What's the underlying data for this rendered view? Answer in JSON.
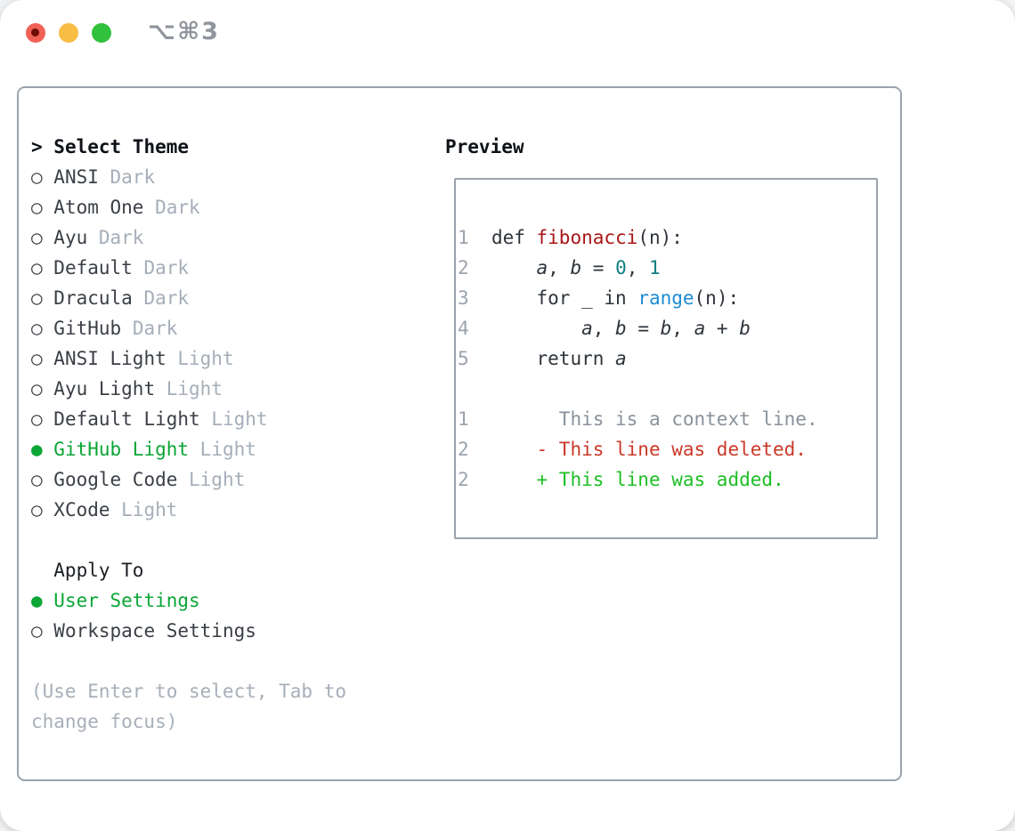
{
  "window": {
    "title": "⌥⌘3"
  },
  "colors": {
    "selected_green": "#0BA636",
    "added_green": "#1DBF25",
    "deleted_red": "#CB3928",
    "function_red": "#A81616",
    "number_teal": "#0E7E80",
    "builtin_blue": "#1C8BD3",
    "context_gray": "#8A929C",
    "line_number_gray": "#9AA3AD",
    "variant_tag_gray": "#A5AEB9",
    "border_gray": "#9BA3AD",
    "traffic_red": "#F16156",
    "traffic_yellow": "#F7BD45",
    "traffic_green": "#32C13D"
  },
  "theme_picker": {
    "header": {
      "marker": ">",
      "label": "Select Theme"
    },
    "items": [
      {
        "name": "ANSI",
        "tag": "Dark",
        "selected": false
      },
      {
        "name": "Atom One",
        "tag": "Dark",
        "selected": false
      },
      {
        "name": "Ayu",
        "tag": "Dark",
        "selected": false
      },
      {
        "name": "Default",
        "tag": "Dark",
        "selected": false
      },
      {
        "name": "Dracula",
        "tag": "Dark",
        "selected": false
      },
      {
        "name": "GitHub",
        "tag": "Dark",
        "selected": false
      },
      {
        "name": "ANSI Light",
        "tag": "Light",
        "selected": false
      },
      {
        "name": "Ayu Light",
        "tag": "Light",
        "selected": false
      },
      {
        "name": "Default Light",
        "tag": "Light",
        "selected": false
      },
      {
        "name": "GitHub Light",
        "tag": "Light",
        "selected": true
      },
      {
        "name": "Google Code",
        "tag": "Light",
        "selected": false
      },
      {
        "name": "XCode",
        "tag": "Light",
        "selected": false
      }
    ],
    "apply_to": {
      "label": "Apply To",
      "options": [
        {
          "name": "User Settings",
          "selected": true
        },
        {
          "name": "Workspace Settings",
          "selected": false
        }
      ]
    },
    "hint_lines": [
      "(Use Enter to select, Tab to",
      "change focus)"
    ]
  },
  "preview": {
    "title": "Preview",
    "lines": [
      {
        "num": "1",
        "segs": [
          {
            "t": "def ",
            "c": "pln"
          },
          {
            "t": "fibonacci",
            "c": "func"
          },
          {
            "t": "(n):",
            "c": "pln"
          }
        ]
      },
      {
        "num": "2",
        "segs": [
          {
            "t": "    ",
            "c": "pln"
          },
          {
            "t": "a",
            "c": "var"
          },
          {
            "t": ", ",
            "c": "pln"
          },
          {
            "t": "b",
            "c": "var"
          },
          {
            "t": " = ",
            "c": "pln"
          },
          {
            "t": "0",
            "c": "lit"
          },
          {
            "t": ", ",
            "c": "pln"
          },
          {
            "t": "1",
            "c": "lit"
          }
        ]
      },
      {
        "num": "3",
        "segs": [
          {
            "t": "    for _ in ",
            "c": "pln"
          },
          {
            "t": "range",
            "c": "blt"
          },
          {
            "t": "(n):",
            "c": "pln"
          }
        ]
      },
      {
        "num": "4",
        "segs": [
          {
            "t": "        ",
            "c": "pln"
          },
          {
            "t": "a",
            "c": "var"
          },
          {
            "t": ", ",
            "c": "pln"
          },
          {
            "t": "b",
            "c": "var"
          },
          {
            "t": " = ",
            "c": "pln"
          },
          {
            "t": "b",
            "c": "var"
          },
          {
            "t": ", ",
            "c": "pln"
          },
          {
            "t": "a",
            "c": "var"
          },
          {
            "t": " + ",
            "c": "pln"
          },
          {
            "t": "b",
            "c": "var"
          }
        ]
      },
      {
        "num": "5",
        "segs": [
          {
            "t": "    return ",
            "c": "pln"
          },
          {
            "t": "a",
            "c": "var"
          }
        ]
      },
      {
        "num": "",
        "segs": []
      },
      {
        "num": "1",
        "segs": [
          {
            "t": "      This is a context line.",
            "c": "ctx"
          }
        ]
      },
      {
        "num": "2",
        "segs": [
          {
            "t": "    - This line was deleted.",
            "c": "del"
          }
        ]
      },
      {
        "num": "2",
        "segs": [
          {
            "t": "    + This line was added.",
            "c": "add"
          }
        ]
      }
    ]
  }
}
